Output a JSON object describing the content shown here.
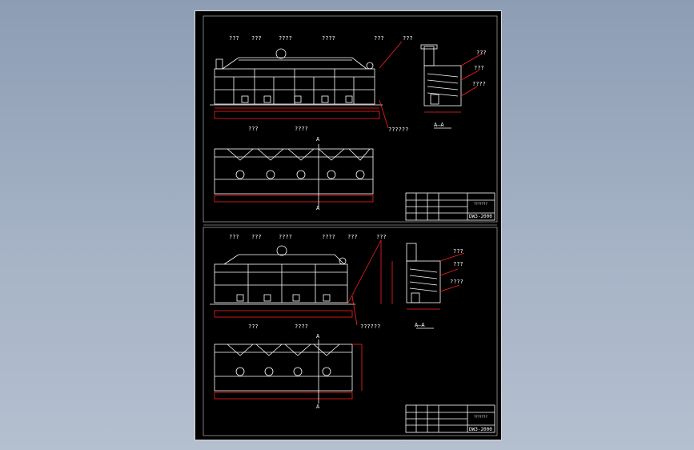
{
  "sheets": [
    {
      "labels": [
        "???",
        "???",
        "????",
        "????",
        "???",
        "???",
        "???",
        "???",
        "????",
        "??????",
        "???",
        "????"
      ],
      "section_label": "A—A",
      "view_marks": [
        "A",
        "A"
      ],
      "title_code": "DW3-2000",
      "title_name": "???????"
    },
    {
      "labels": [
        "???",
        "???",
        "????",
        "????",
        "???",
        "???",
        "???",
        "???",
        "????",
        "??????",
        "???",
        "????"
      ],
      "section_label": "A—A",
      "view_marks": [
        "A",
        "A"
      ],
      "title_code": "DW3-2000",
      "title_name": "???????"
    }
  ],
  "colors": {
    "sheet": "#000000",
    "line": "#ffffff",
    "dimension": "#ff2020",
    "background": "#9aa8bd"
  }
}
